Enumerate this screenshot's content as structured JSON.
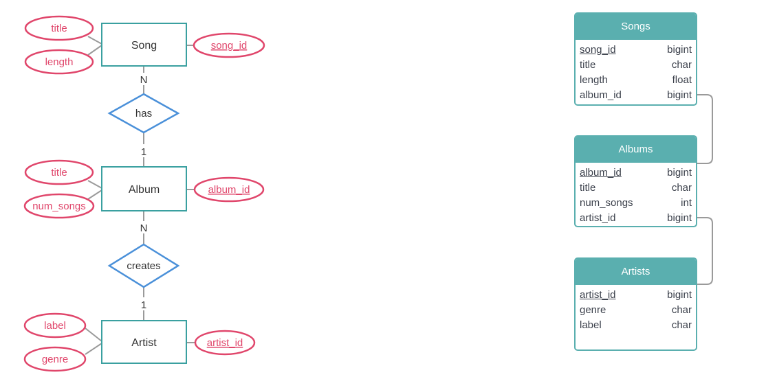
{
  "colors": {
    "entity_stroke": "#3aa0a0",
    "attribute_stroke": "#e0466b",
    "attribute_text": "#e0466b",
    "relationship_stroke": "#4a90d9",
    "connector": "#9a9a9a",
    "table_header": "#5aafaf"
  },
  "er": {
    "song": {
      "entity": "Song",
      "attributes": [
        "title",
        "length"
      ],
      "key": "song_id"
    },
    "rel1": {
      "label": "has",
      "card_top": "N",
      "card_bottom": "1"
    },
    "album": {
      "entity": "Album",
      "attributes": [
        "title",
        "num_songs"
      ],
      "key": "album_id"
    },
    "rel2": {
      "label": "creates",
      "card_top": "N",
      "card_bottom": "1"
    },
    "artist": {
      "entity": "Artist",
      "attributes": [
        "label",
        "genre"
      ],
      "key": "artist_id"
    }
  },
  "tables": {
    "songs": {
      "title": "Songs",
      "rows": [
        {
          "name": "song_id",
          "type": "bigint",
          "pk": true
        },
        {
          "name": "title",
          "type": "char"
        },
        {
          "name": "length",
          "type": "float"
        },
        {
          "name": "album_id",
          "type": "bigint"
        }
      ]
    },
    "albums": {
      "title": "Albums",
      "rows": [
        {
          "name": "album_id",
          "type": "bigint",
          "pk": true
        },
        {
          "name": "title",
          "type": "char"
        },
        {
          "name": "num_songs",
          "type": "int"
        },
        {
          "name": "artist_id",
          "type": "bigint"
        }
      ]
    },
    "artists": {
      "title": "Artists",
      "rows": [
        {
          "name": "artist_id",
          "type": "bigint",
          "pk": true
        },
        {
          "name": "genre",
          "type": "char"
        },
        {
          "name": "label",
          "type": "char"
        }
      ]
    }
  }
}
